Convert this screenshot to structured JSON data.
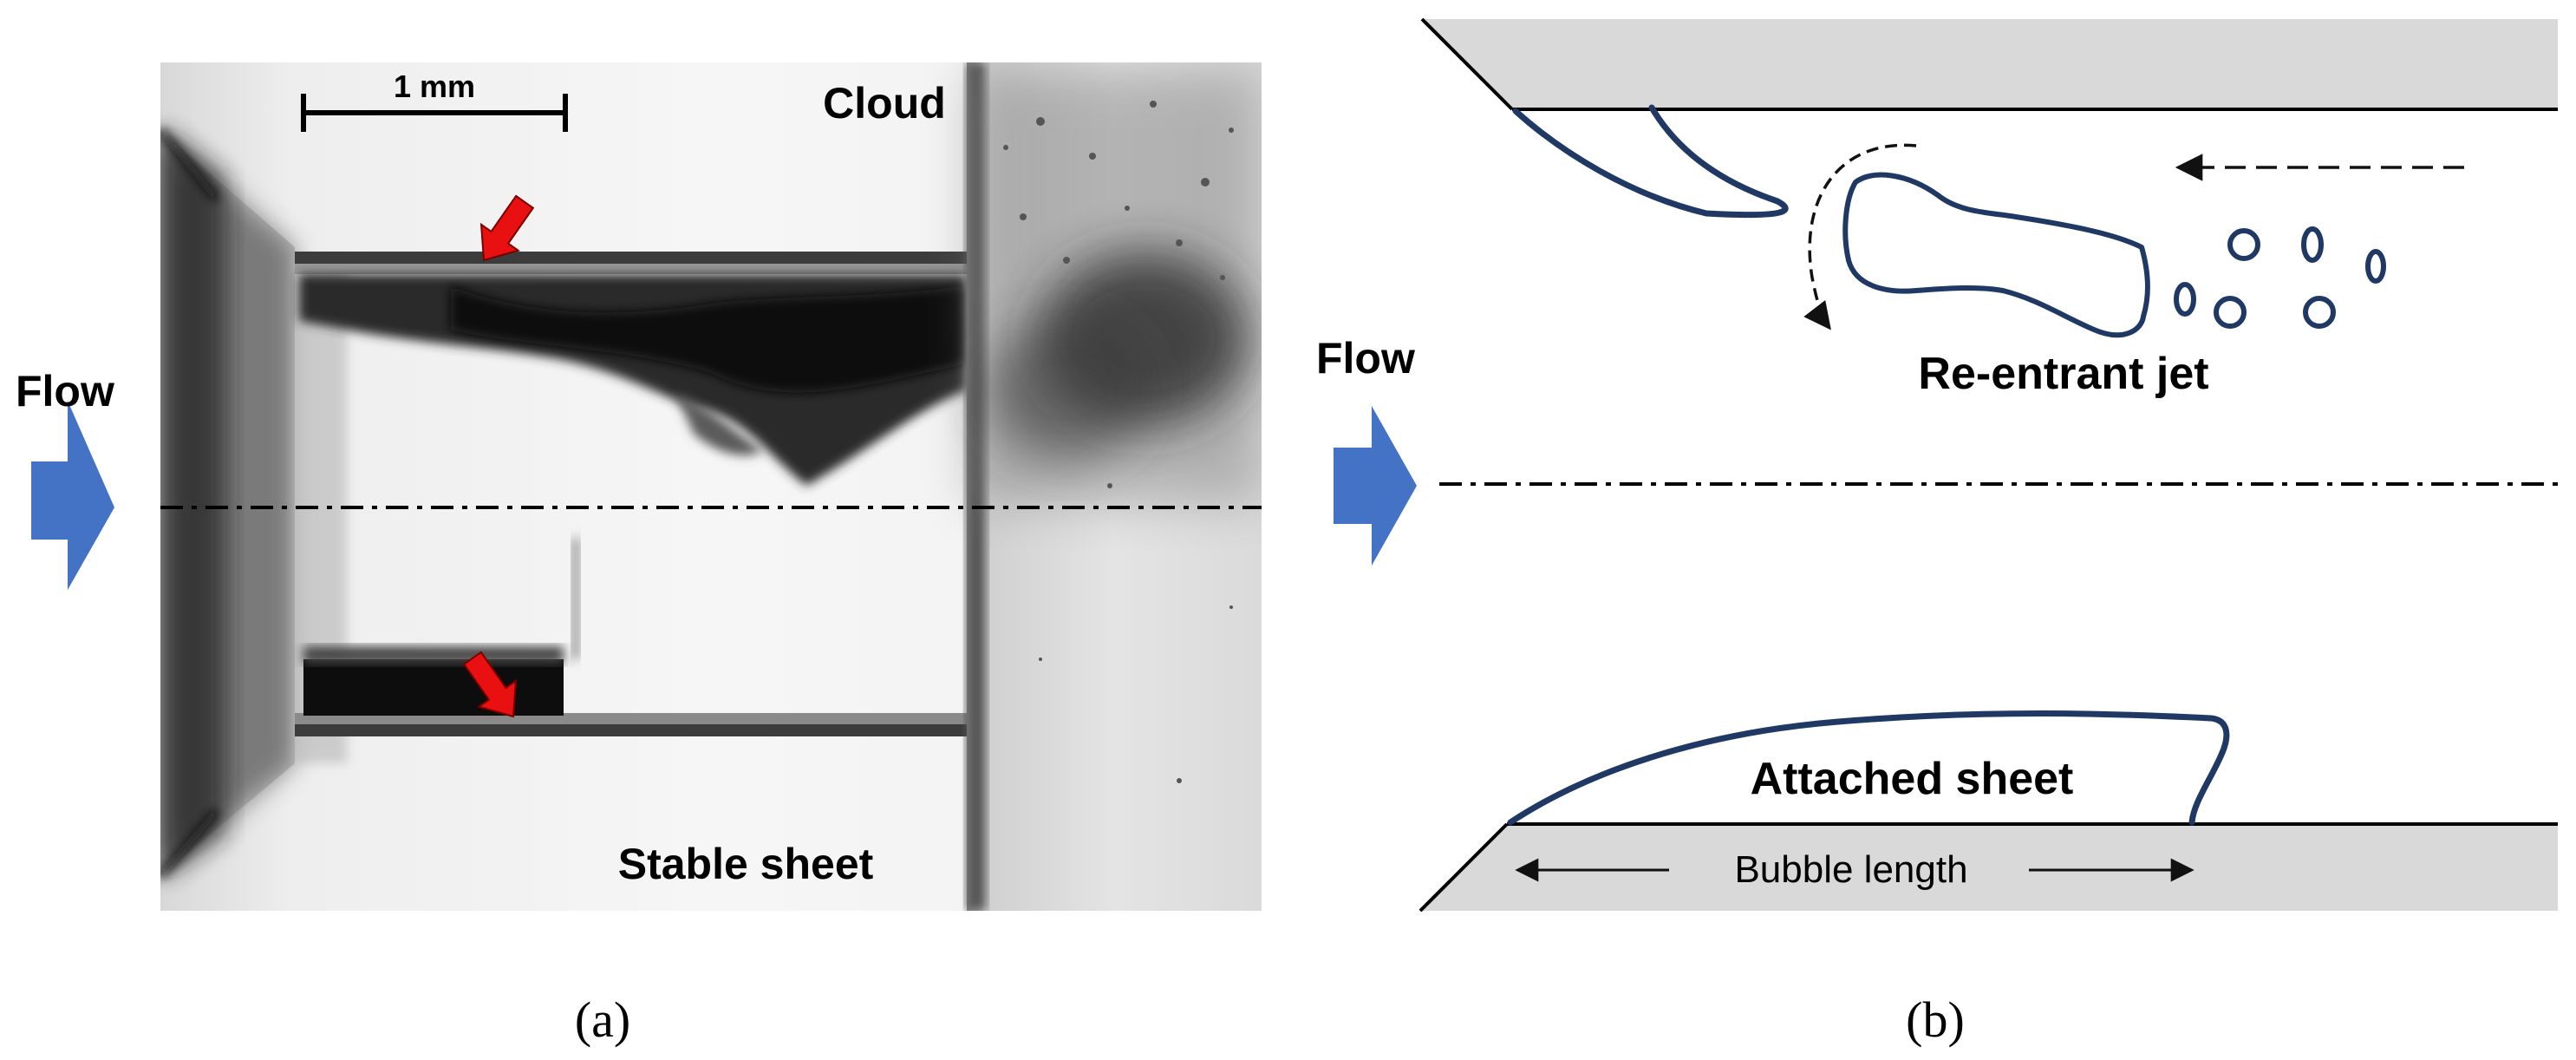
{
  "panel_a": {
    "flow_label": "Flow",
    "scale_bar_label": "1 mm",
    "cloud_label": "Cloud",
    "stable_sheet_label": "Stable sheet",
    "caption": "(a)"
  },
  "panel_b": {
    "flow_label": "Flow",
    "reentrant_jet_label": "Re-entrant jet",
    "attached_sheet_label": "Attached sheet",
    "bubble_length_label": "Bubble length",
    "caption": "(b)"
  },
  "colors": {
    "flow_arrow": "#4472c4",
    "outline": "#1f3864",
    "wall_fill": "#d9d9d9",
    "marker_arrow": "#e81010"
  }
}
